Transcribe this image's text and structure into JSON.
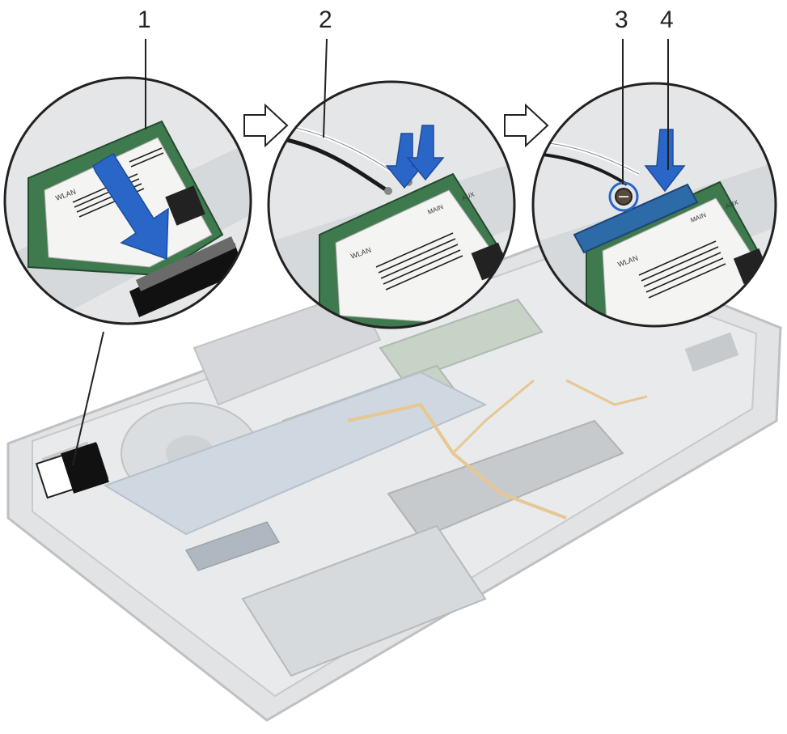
{
  "callouts": [
    {
      "id": "1",
      "label": "1"
    },
    {
      "id": "2",
      "label": "2"
    },
    {
      "id": "3",
      "label": "3"
    },
    {
      "id": "4",
      "label": "4"
    }
  ],
  "card_text": {
    "wlan": "WLAN",
    "main": "MAIN",
    "aux": "AUX"
  },
  "colors": {
    "arrow_blue": "#2a66c8",
    "laptop_gray": "#cfd3d6",
    "circle_bg": "#e3e5e7",
    "card_green": "#3f7a4e",
    "outline": "#333333"
  },
  "icons": [
    "direction-arrow-icon",
    "push-arrow-icon",
    "screw-icon",
    "connector-icon"
  ]
}
